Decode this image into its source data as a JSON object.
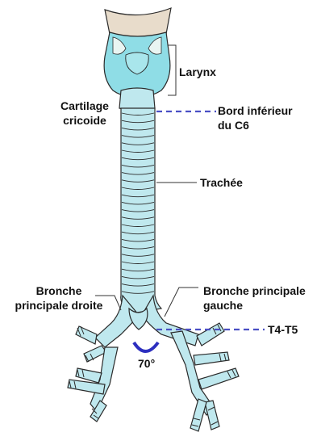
{
  "labels": {
    "larynx": "Larynx",
    "cartilage": [
      "Cartilage",
      "cricoide"
    ],
    "bord": [
      "Bord inférieur",
      "du C6"
    ],
    "trachee": "Trachée",
    "bronche_droite": [
      "Bronche",
      "principale droite"
    ],
    "bronche_gauche": [
      "Bronche principale",
      "gauche"
    ],
    "vertebre": "T4-T5",
    "angle": "70°"
  },
  "colors": {
    "airway_fill": "#bfe8ee",
    "airway_stroke": "#2b2b2b",
    "thyroid_fill": "#8fdde6",
    "epiglottis_fill": "#e8dccb",
    "leader_line": "#333333",
    "dashed_line": "#4a4fc4",
    "angle_arc": "#2d2fbf",
    "label_text": "#111111"
  }
}
